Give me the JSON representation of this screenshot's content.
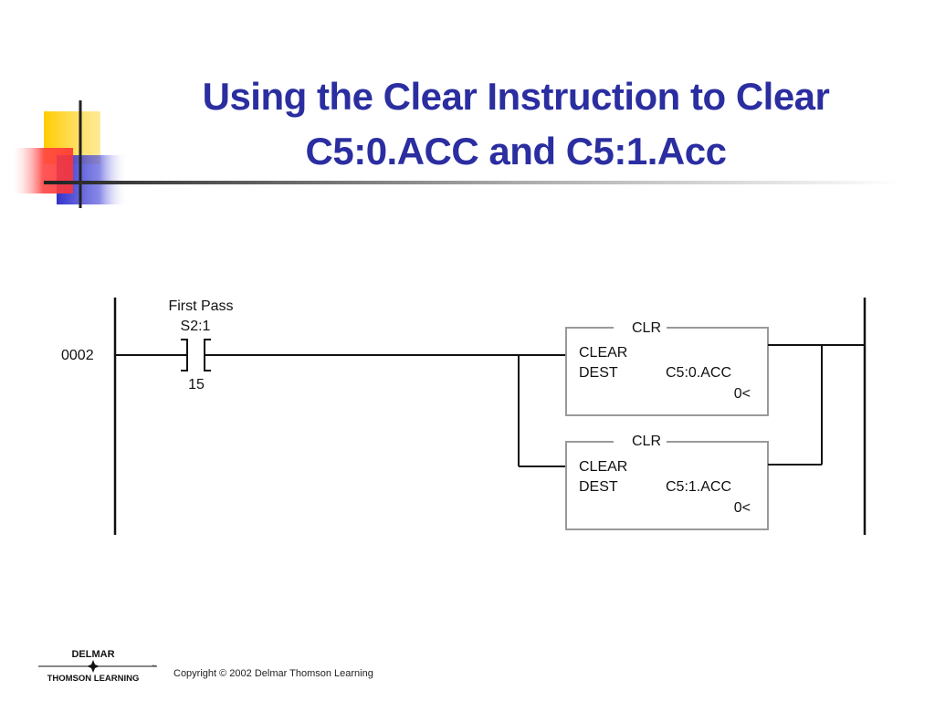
{
  "slide": {
    "title_line1": "Using the Clear Instruction to Clear",
    "title_line2": "C5:0.ACC and C5:1.Acc"
  },
  "colors": {
    "title": "#2b2ea0",
    "deco_yellow": "#ffcc00",
    "deco_red": "#ff3333",
    "deco_blue": "#3333cc"
  },
  "rung": {
    "number": "0002",
    "contact": {
      "label": "First Pass",
      "address": "S2:1",
      "bit": "15"
    },
    "instructions": [
      {
        "type": "CLR",
        "line1": "CLEAR",
        "dest_label": "DEST",
        "dest": "C5:0.ACC",
        "value": "0<"
      },
      {
        "type": "CLR",
        "line1": "CLEAR",
        "dest_label": "DEST",
        "dest": "C5:1.ACC",
        "value": "0<"
      }
    ]
  },
  "footer": {
    "logo_top": "DELMAR",
    "logo_bottom": "THOMSON LEARNING",
    "logo_tm": "™",
    "copyright": "Copyright © 2002 Delmar Thomson Learning"
  }
}
